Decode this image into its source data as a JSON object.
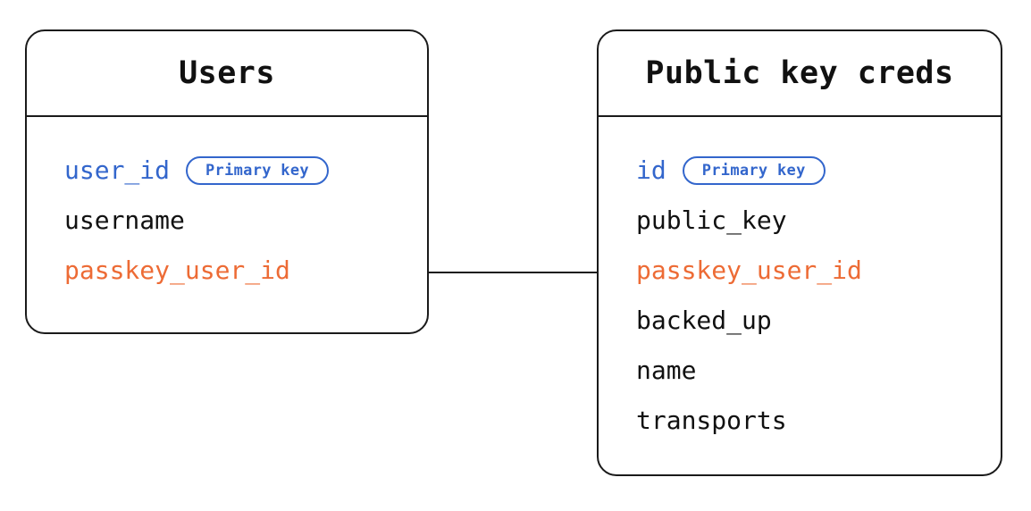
{
  "diagram": {
    "type": "entity-relationship-diagram",
    "background_color": "#ffffff",
    "stroke_color": "#1a1a1a",
    "accent_blue": "#3366CC",
    "accent_orange": "#ED6B35"
  },
  "entities": [
    {
      "title": "Users",
      "fields": [
        {
          "name": "user_id",
          "color": "blue",
          "badge": "Primary key"
        },
        {
          "name": "username",
          "color": "default",
          "badge": null
        },
        {
          "name": "passkey_user_id",
          "color": "orange",
          "badge": null
        }
      ]
    },
    {
      "title": "Public key creds",
      "fields": [
        {
          "name": "id",
          "color": "blue",
          "badge": "Primary key"
        },
        {
          "name": "public_key",
          "color": "default",
          "badge": null
        },
        {
          "name": "passkey_user_id",
          "color": "orange",
          "badge": null
        },
        {
          "name": "backed_up",
          "color": "default",
          "badge": null
        },
        {
          "name": "name",
          "color": "default",
          "badge": null
        },
        {
          "name": "transports",
          "color": "default",
          "badge": null
        }
      ]
    }
  ],
  "relationships": [
    {
      "from_entity": "Users",
      "from_field": "passkey_user_id",
      "to_entity": "Public key creds",
      "to_field": "passkey_user_id"
    }
  ]
}
